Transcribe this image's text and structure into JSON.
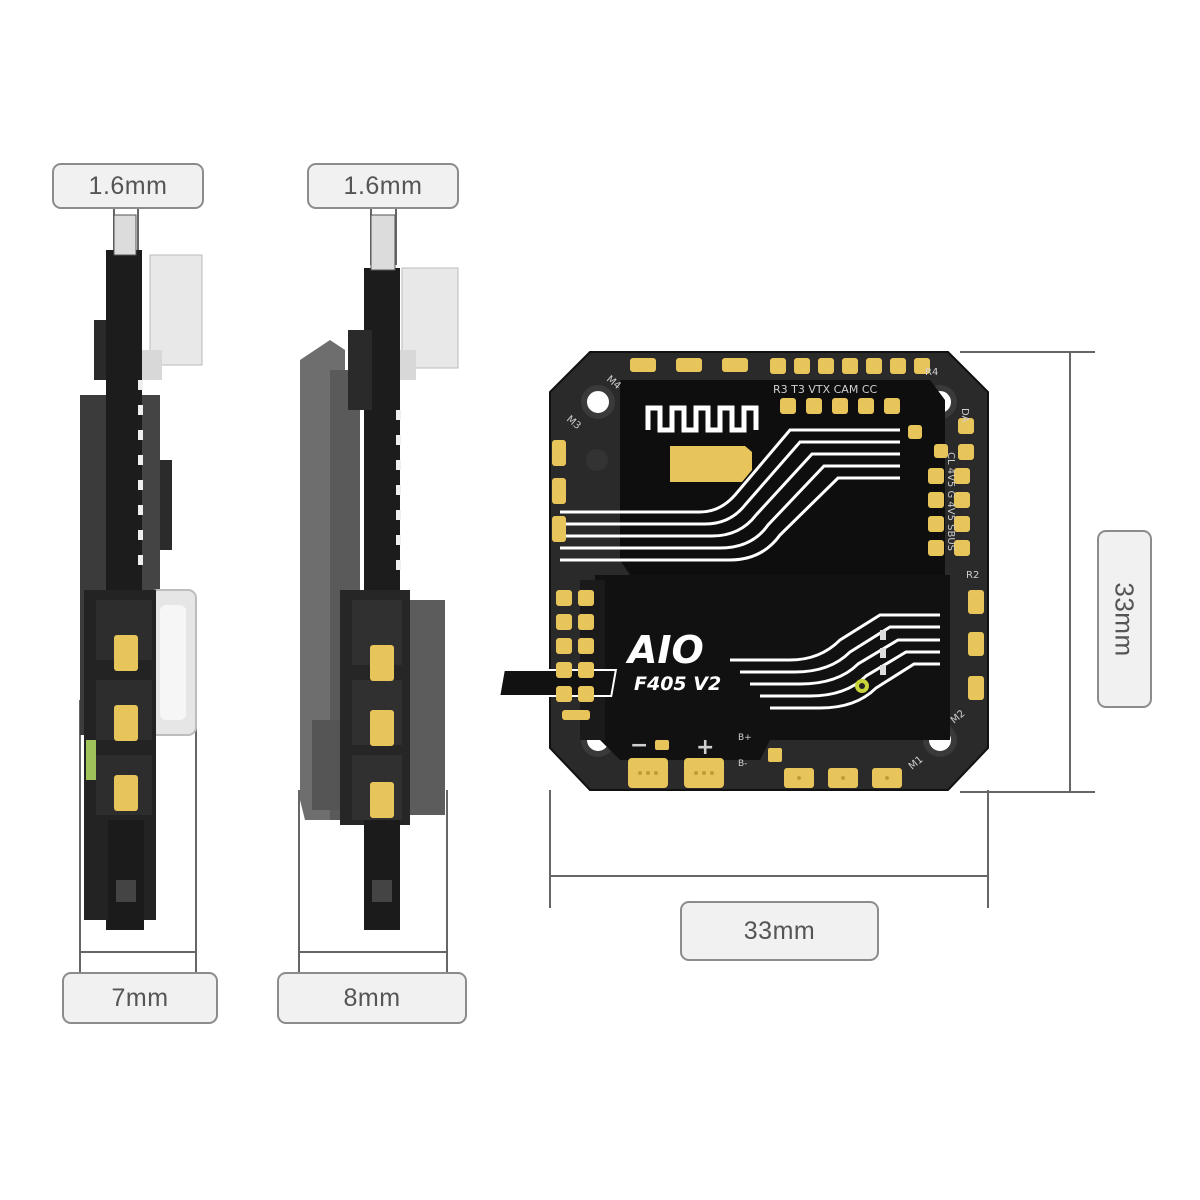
{
  "dimensions": {
    "side_a_thickness": "1.6mm",
    "side_b_thickness": "1.6mm",
    "side_a_width": "7mm",
    "side_b_width": "8mm",
    "board_width": "33mm",
    "board_height": "33mm"
  },
  "board": {
    "brand_logo": "AIO",
    "model": "F405 V2",
    "silkscreen": {
      "top_pads": "R3  T3  VTX  CAM  CC",
      "right_pads_a": "DA",
      "right_pads_b": "CL  4V5  G  4V5  SBUS",
      "right_pad_c": "R2",
      "corner_m4": "M4",
      "corner_m3": "M3",
      "corner_r4": "R4",
      "corner_m2": "M2",
      "corner_m1": "M1",
      "power_minus": "−",
      "power_plus": "+",
      "batt_plus": "B+",
      "batt_minus": "B-"
    }
  },
  "colors": {
    "pcb": "#1b1b1b",
    "pad_gold": "#e8c55a",
    "label_border": "#8c8c8c",
    "label_fill": "#f1f1f1",
    "dimension_line": "#666666"
  }
}
